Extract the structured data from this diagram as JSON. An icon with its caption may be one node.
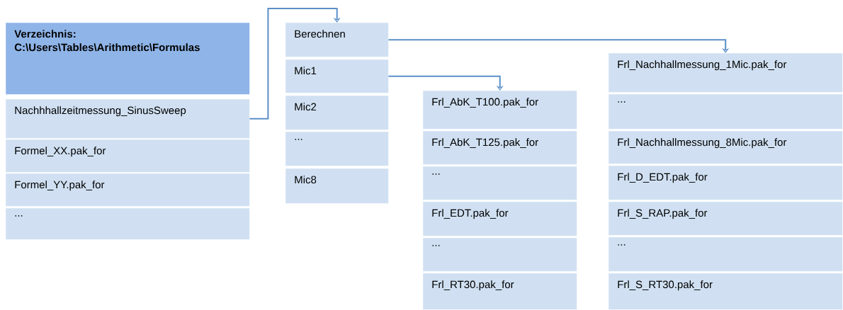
{
  "diagram": {
    "nodes": [
      {
        "text": [
          "**Verzeichnis: C:\\Users\\Tables\\Arithmetic\\Formulas**"
        ]
      },
      {
        "text": [
          "Nachhhallzeitmessung_SinusSweep"
        ]
      },
      {
        "text": [
          "Formel_XX.pak_for"
        ]
      },
      {
        "text": [
          "Formel_YY.pak_for"
        ]
      },
      {
        "text": [
          "..."
        ]
      },
      {
        "text": [
          "Berechnen"
        ]
      },
      {
        "text": [
          "Mic1"
        ]
      },
      {
        "text": [
          "Mic2"
        ]
      },
      {
        "text": [
          "..."
        ]
      },
      {
        "text": [
          "Mic8"
        ]
      },
      {
        "text": [
          "Frl_AbK_T100.pak_for"
        ]
      },
      {
        "text": [
          "Frl_AbK_T125.pak_for"
        ]
      },
      {
        "text": [
          "..."
        ]
      },
      {
        "text": [
          "Frl_EDT.pak_for"
        ]
      },
      {
        "text": [
          "..."
        ]
      },
      {
        "text": [
          "Frl_RT30.pak_for"
        ]
      },
      {
        "text": [
          "Frl_Nachhallmessung_1Mic.pak_for"
        ]
      },
      {
        "text": [
          "..."
        ]
      },
      {
        "text": [
          "Frl_Nachhallmessung_8Mic.pak_for"
        ]
      },
      {
        "text": [
          "Frl_D_EDT.pak_for"
        ]
      },
      {
        "text": [
          "Frl_S_RAP.pak_for"
        ]
      },
      {
        "text": [
          "..."
        ]
      },
      {
        "text": [
          "Frl_S_RT30.pak_for"
        ]
      }
    ],
    "edges": [
      {
        "from": 1,
        "to": 5,
        "arrow": "to"
      },
      {
        "from": 5,
        "to": 16,
        "arrow": "to"
      },
      {
        "from": 6,
        "to": 10,
        "arrow": "to"
      }
    ]
  }
}
